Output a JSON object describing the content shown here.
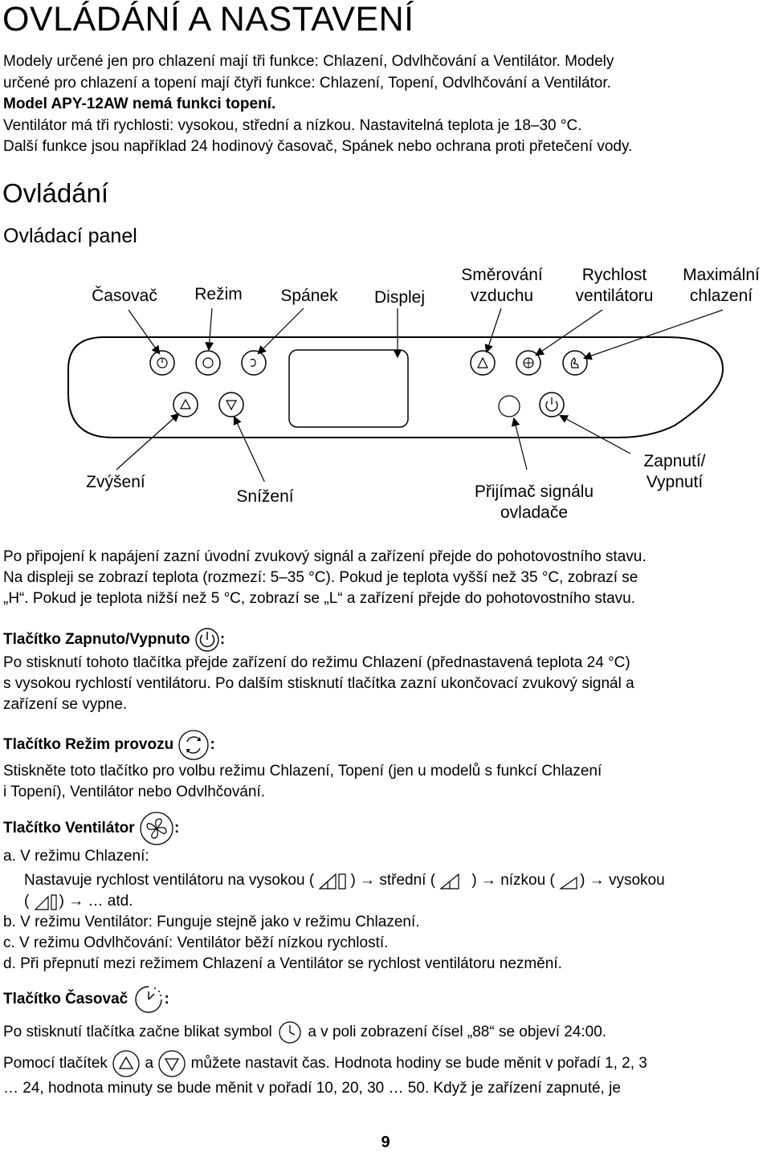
{
  "title": "OVLÁDÁNÍ A NASTAVENÍ",
  "intro": {
    "l1": "Modely určené jen pro chlazení mají tři funkce: Chlazení, Odvlhčování a Ventilátor. Modely",
    "l2": "určené pro chlazení a topení mají čtyři funkce: Chlazení, Topení, Odvlhčování a Ventilátor.",
    "l3": "Model APY-12AW nemá funkci topení.",
    "l4": "Ventilátor má tři rychlosti: vysokou, střední a nízkou. Nastavitelná teplota je 18–30 °C.",
    "l5": "Další funkce jsou například 24 hodinový časovač, Spánek nebo ochrana proti přetečení vody."
  },
  "section_title": "Ovládání",
  "subsection_title": "Ovládací panel",
  "panel_labels": {
    "timer": "Časovač",
    "mode": "Režim",
    "sleep": "Spánek",
    "display": "Displej",
    "swing_1": "Směrování",
    "swing_2": "vzduchu",
    "fan_1": "Rychlost",
    "fan_2": "ventilátoru",
    "max_1": "Maximální",
    "max_2": "chlazení",
    "up": "Zvýšení",
    "down": "Snížení",
    "receiver_1": "Přijímač signálu",
    "receiver_2": "ovladače",
    "power_1": "Zapnutí/",
    "power_2": "Vypnutí"
  },
  "startup": {
    "l1": "Po připojení k napájení zazní úvodní zvukový signál a zařízení přejde do pohotovostního stavu.",
    "l2": "Na displeji se zobrazí teplota (rozmezí: 5–35 °C). Pokud je teplota vyšší než 35 °C, zobrazí se",
    "l3": "„H“. Pokud je teplota nižší než 5 °C, zobrazí se „L“ a zařízení přejde do pohotovostního stavu."
  },
  "power": {
    "title": "Tlačítko Zapnuto/Vypnuto",
    "colon": ":",
    "l1": "Po stisknutí tohoto tlačítka přejde zařízení do režimu Chlazení (přednastavená teplota 24 °C)",
    "l2": "s vysokou rychlostí ventilátoru. Po dalším stisknutí tlačítka zazní ukončovací zvukový signál a",
    "l3": "zařízení se vypne."
  },
  "mode": {
    "title": "Tlačítko Režim provozu",
    "colon": ":",
    "l1": "Stiskněte toto tlačítko pro volbu režimu Chlazení, Topení (jen u modelů s funkcí Chlazení",
    "l2": "i Topení), Ventilátor nebo Odvlhčování."
  },
  "fan": {
    "title": "Tlačítko Ventilátor",
    "colon": ":",
    "a": "a. V režimu Chlazení:",
    "a_l1_p1": "Nastavuje rychlost ventilátoru na vysokou (",
    "a_l1_p2": ") → střední (",
    "a_l1_p3": ") → nízkou (",
    "a_l1_p4": ") → vysokou",
    "a_l2_p1": "(",
    "a_l2_p2": ") → … atd.",
    "b": "b. V režimu Ventilátor: Funguje stejně jako v režimu Chlazení.",
    "c": "c. V režimu Odvlhčování: Ventilátor běží nízkou rychlostí.",
    "d": "d. Při přepnutí mezi režimem Chlazení a Ventilátor se rychlost ventilátoru nezmění."
  },
  "timer": {
    "title": "Tlačítko Časovač",
    "colon": ":",
    "l1_p1": "Po stisknutí tlačítka začne blikat symbol",
    "l1_p2": "a v poli zobrazení čísel „88“ se objeví 24:00.",
    "l2_p1": "Pomocí tlačítek",
    "l2_p2": "a",
    "l2_p3": "můžete nastavit čas. Hodnota hodiny se bude měnit v pořadí 1, 2, 3",
    "l3": "… 24, hodnota minuty se bude měnit v pořadí 10, 20, 30 … 50. Když je zařízení zapnuté, je"
  },
  "page_number": "9"
}
